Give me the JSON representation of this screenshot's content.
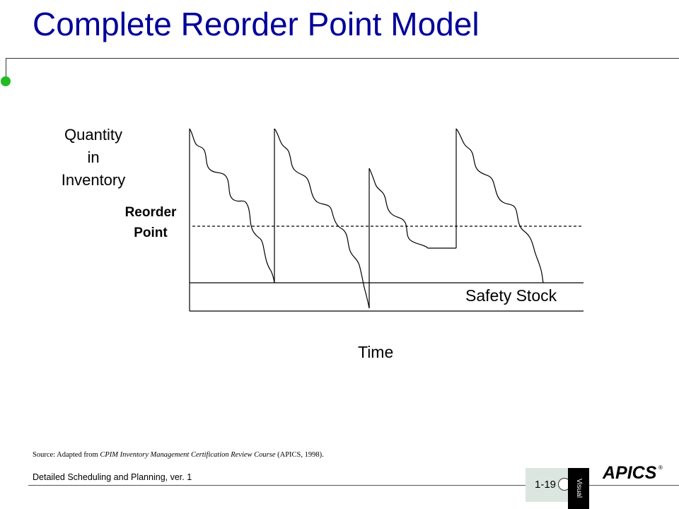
{
  "slide": {
    "title": "Complete Reorder Point Model"
  },
  "diagram": {
    "y_axis_label": [
      "Quantity",
      "in",
      "Inventory"
    ],
    "reorder_point_label": [
      "Reorder",
      "Point"
    ],
    "x_axis_label": "Time",
    "safety_stock_label": "Safety Stock"
  },
  "footer": {
    "source_prefix": "Source: Adapted from ",
    "source_title": "CPIM Inventory Management Certification Review Course",
    "source_suffix": " (APICS, 1998).",
    "course_text": "Detailed Scheduling and Planning, ver. 1",
    "page_number": "1-19",
    "visual_label": "Visual",
    "logo_text": "APICS",
    "logo_mark": "®"
  },
  "colors": {
    "title": "#000099",
    "accent_dot": "#22bb22"
  }
}
